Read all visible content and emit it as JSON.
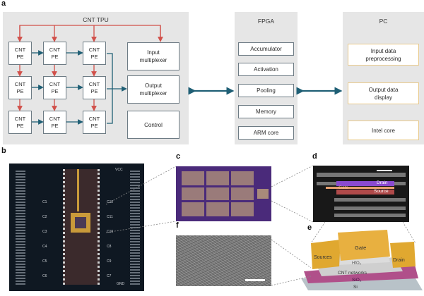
{
  "panel_a": {
    "letter": "a",
    "tpu": {
      "title": "CNT TPU",
      "pe_label_line1": "CNT",
      "pe_label_line2": "PE",
      "blocks": [
        "Input multiplexer",
        "Output multiplexer",
        "Control"
      ]
    },
    "fpga": {
      "title": "FPGA",
      "blocks": [
        "Accumulator",
        "Activation",
        "Pooling",
        "Memory",
        "ARM core"
      ]
    },
    "pc": {
      "title": "PC",
      "blocks": [
        "Input data preprocessing",
        "Output data display",
        "Intel core"
      ]
    },
    "colors": {
      "panel_bg": "#e6e6e6",
      "red_arrow": "#d1504a",
      "teal_arrow": "#1f5f75",
      "pc_border": "#e8c98a"
    }
  },
  "panel_b": {
    "letter": "b",
    "board_labels": [
      "C1",
      "C2",
      "C3",
      "C4",
      "C5",
      "C6",
      "C12",
      "C11",
      "C10",
      "C8",
      "C9",
      "C7",
      "VCC",
      "GND"
    ]
  },
  "panel_c": {
    "letter": "c"
  },
  "panel_d": {
    "letter": "d",
    "labels": {
      "gate": "Gate",
      "drain": "Drain",
      "source": "Source"
    }
  },
  "panel_e": {
    "letter": "e",
    "labels": {
      "sources": "Sources",
      "gate": "Gate",
      "drain": "Drain",
      "dielectric": "HfO₂",
      "cnt": "CNT networks",
      "sio2": "SiO₂",
      "si": "Si"
    }
  },
  "panel_f": {
    "letter": "f"
  }
}
